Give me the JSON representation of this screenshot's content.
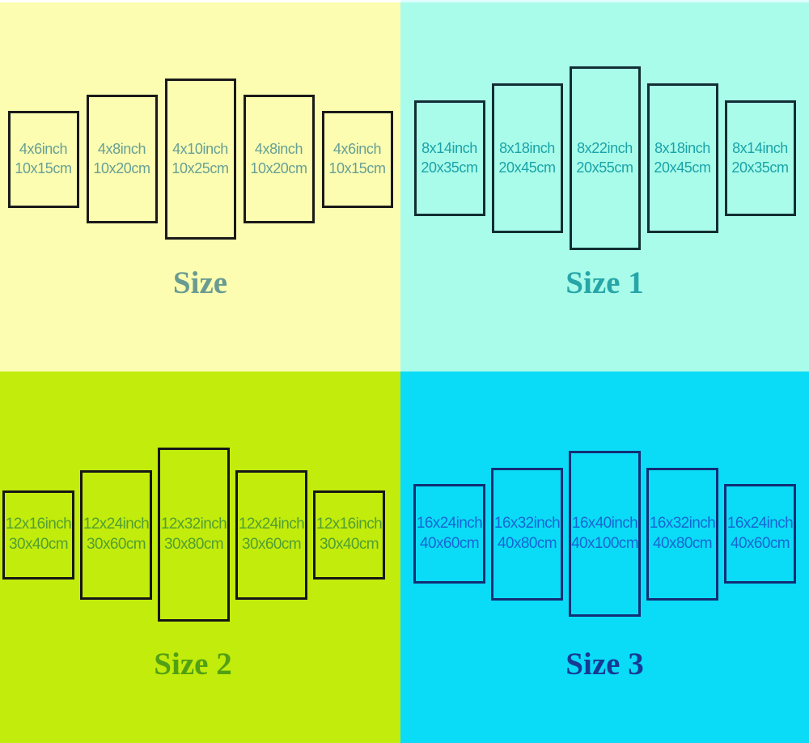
{
  "theme": {
    "tl-bg": "#FCFDB0",
    "tl-border": "#1A1A1A",
    "tl-text": "#68A096",
    "tl-title": "#699B91",
    "tr-bg": "#A9FCEA",
    "tr-border": "#112E33",
    "tr-text": "#1BA3A8",
    "tr-title": "#27A6A8",
    "bl-bg": "#C2EC0C",
    "bl-border": "#161616",
    "bl-text": "#529F31",
    "bl-title": "#52A013",
    "br-bg": "#0ADCF8",
    "br-border": "#122E74",
    "br-text": "#1766D2",
    "br-title": "#163A95",
    "strip-left": "#FFFFFF",
    "strip-right": "#DFFDFF"
  },
  "quadrants": [
    {
      "title": "Size",
      "panels": [
        {
          "line1": "4x6inch",
          "line2": "10x15cm"
        },
        {
          "line1": "4x8inch",
          "line2": "10x20cm"
        },
        {
          "line1": "4x10inch",
          "line2": "10x25cm"
        },
        {
          "line1": "4x8inch",
          "line2": "10x20cm"
        },
        {
          "line1": "4x6inch",
          "line2": "10x15cm"
        }
      ]
    },
    {
      "title": "Size 1",
      "panels": [
        {
          "line1": "8x14inch",
          "line2": "20x35cm"
        },
        {
          "line1": "8x18inch",
          "line2": "20x45cm"
        },
        {
          "line1": "8x22inch",
          "line2": "20x55cm"
        },
        {
          "line1": "8x18inch",
          "line2": "20x45cm"
        },
        {
          "line1": "8x14inch",
          "line2": "20x35cm"
        }
      ]
    },
    {
      "title": "Size 2",
      "panels": [
        {
          "line1": "12x16inch",
          "line2": "30x40cm"
        },
        {
          "line1": "12x24inch",
          "line2": "30x60cm"
        },
        {
          "line1": "12x32inch",
          "line2": "30x80cm"
        },
        {
          "line1": "12x24inch",
          "line2": "30x60cm"
        },
        {
          "line1": "12x16inch",
          "line2": "30x40cm"
        }
      ]
    },
    {
      "title": "Size 3",
      "panels": [
        {
          "line1": "16x24inch",
          "line2": "40x60cm"
        },
        {
          "line1": "16x32inch",
          "line2": "40x80cm"
        },
        {
          "line1": "16x40inch",
          "line2": "40x100cm"
        },
        {
          "line1": "16x32inch",
          "line2": "40x80cm"
        },
        {
          "line1": "16x24inch",
          "line2": "40x60cm"
        }
      ]
    }
  ]
}
